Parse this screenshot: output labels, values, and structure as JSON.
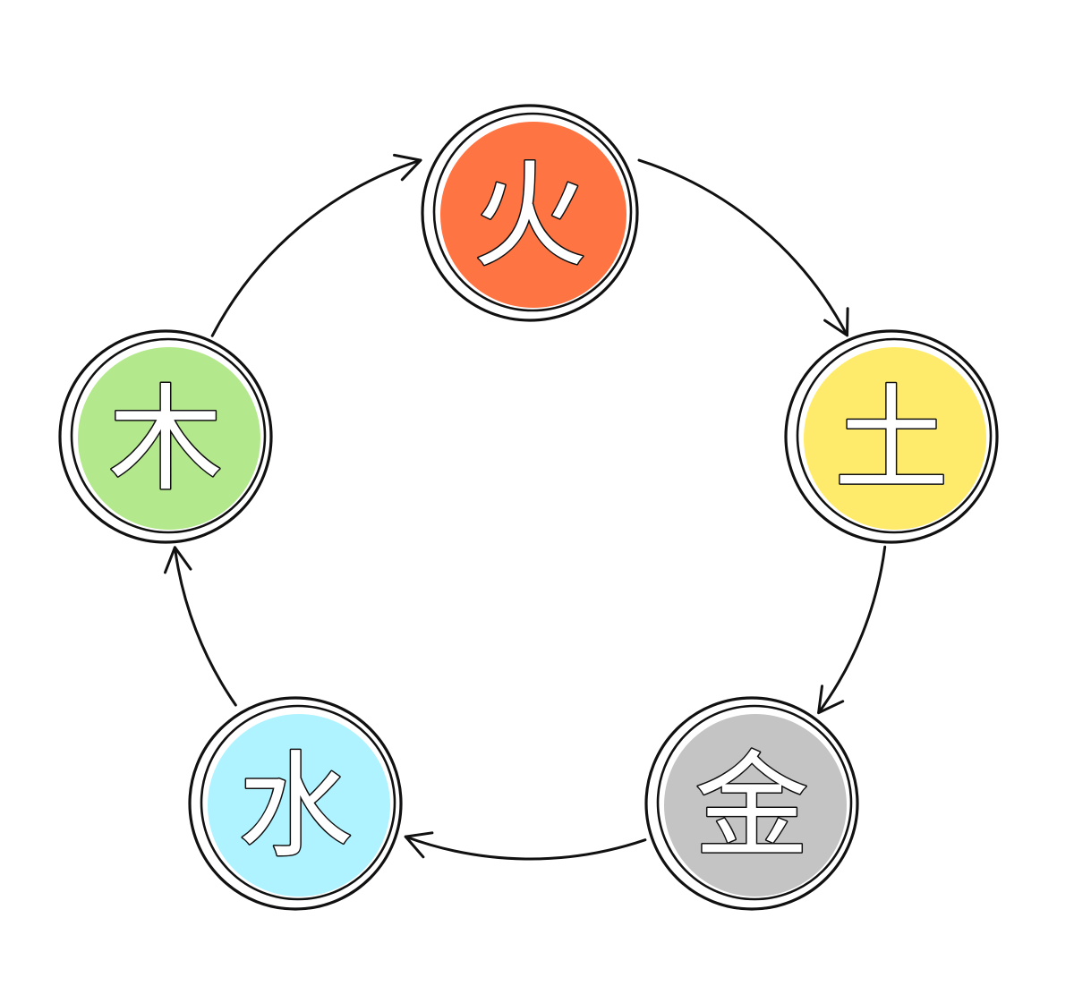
{
  "diagram": {
    "type": "cycle",
    "direction": "clockwise",
    "nodes": [
      {
        "id": "fire",
        "label": "火",
        "color": "#FF7443"
      },
      {
        "id": "earth",
        "label": "土",
        "color": "#FFEB6B"
      },
      {
        "id": "metal",
        "label": "金",
        "color": "#C4C4C4"
      },
      {
        "id": "water",
        "label": "水",
        "color": "#AEF3FF"
      },
      {
        "id": "wood",
        "label": "木",
        "color": "#B4E88C"
      }
    ],
    "edges": [
      {
        "from": "fire",
        "to": "earth"
      },
      {
        "from": "earth",
        "to": "metal"
      },
      {
        "from": "metal",
        "to": "water"
      },
      {
        "from": "water",
        "to": "wood"
      },
      {
        "from": "wood",
        "to": "fire"
      }
    ]
  }
}
